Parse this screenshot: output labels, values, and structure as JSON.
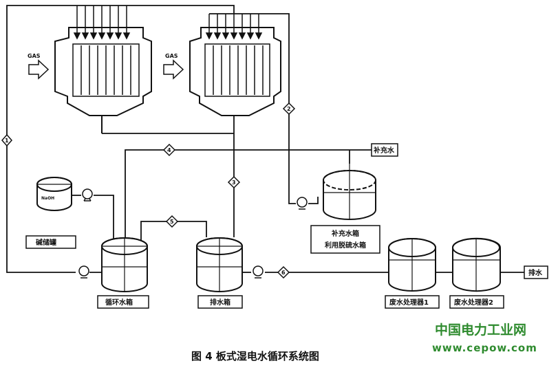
{
  "diagram": {
    "caption": "图 4 板式湿电水循环系统图",
    "gas_label": "GAS",
    "labels": {
      "alkali_tank": "碱储罐",
      "naoh": "NaOH",
      "makeup_water": "补充水",
      "makeup_tank_line1": "补充水箱",
      "makeup_tank_line2": "利用脱硫水箱",
      "circulation_tank": "循环水箱",
      "discharge_tank": "排水箱",
      "wastewater_1": "废水处理器1",
      "wastewater_2": "废水处理器2",
      "drain": "排水"
    },
    "valves": [
      "1",
      "2",
      "3",
      "4",
      "5",
      "6"
    ]
  },
  "watermark": {
    "line1": "中国电力工业网",
    "line2": "www.cepow.com",
    "color": "#2e8b2e"
  }
}
